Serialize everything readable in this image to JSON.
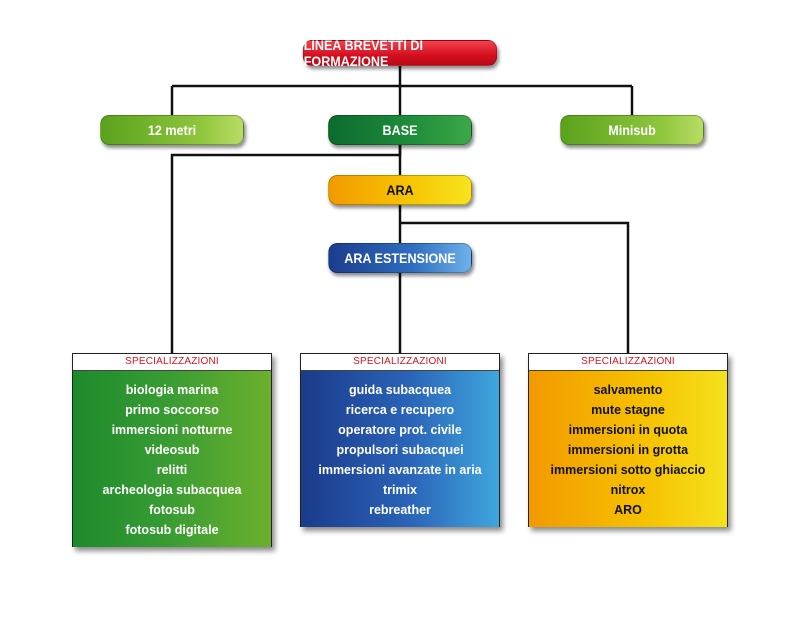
{
  "title": "LINEA BREVETTI DI FORMAZIONE",
  "levels": {
    "metri12": "12 metri",
    "base": "BASE",
    "minisub": "Minisub",
    "ara": "ARA",
    "ara_estensione": "ARA ESTENSIONE"
  },
  "specializations": [
    {
      "header": "SPECIALIZZAZIONI",
      "color": "#2e9a30",
      "items": [
        "biologia marina",
        "primo soccorso",
        "immersioni notturne",
        "videosub",
        "relitti",
        "archeologia subacquea",
        "fotosub",
        "fotosub digitale"
      ]
    },
    {
      "header": "SPECIALIZZAZIONI",
      "color": "#2a64b8",
      "items": [
        "guida subacquea",
        "ricerca e recupero",
        "operatore prot. civile",
        "propulsori subacquei",
        "immersioni avanzate in aria",
        "trimix",
        "rebreather"
      ]
    },
    {
      "header": "SPECIALIZZAZIONI",
      "color": "#f6bf00",
      "items": [
        "salvamento",
        "mute stagne",
        "immersioni in quota",
        "immersioni in grotta",
        "immersioni sotto ghiaccio",
        "nitrox",
        "ARO"
      ]
    }
  ]
}
